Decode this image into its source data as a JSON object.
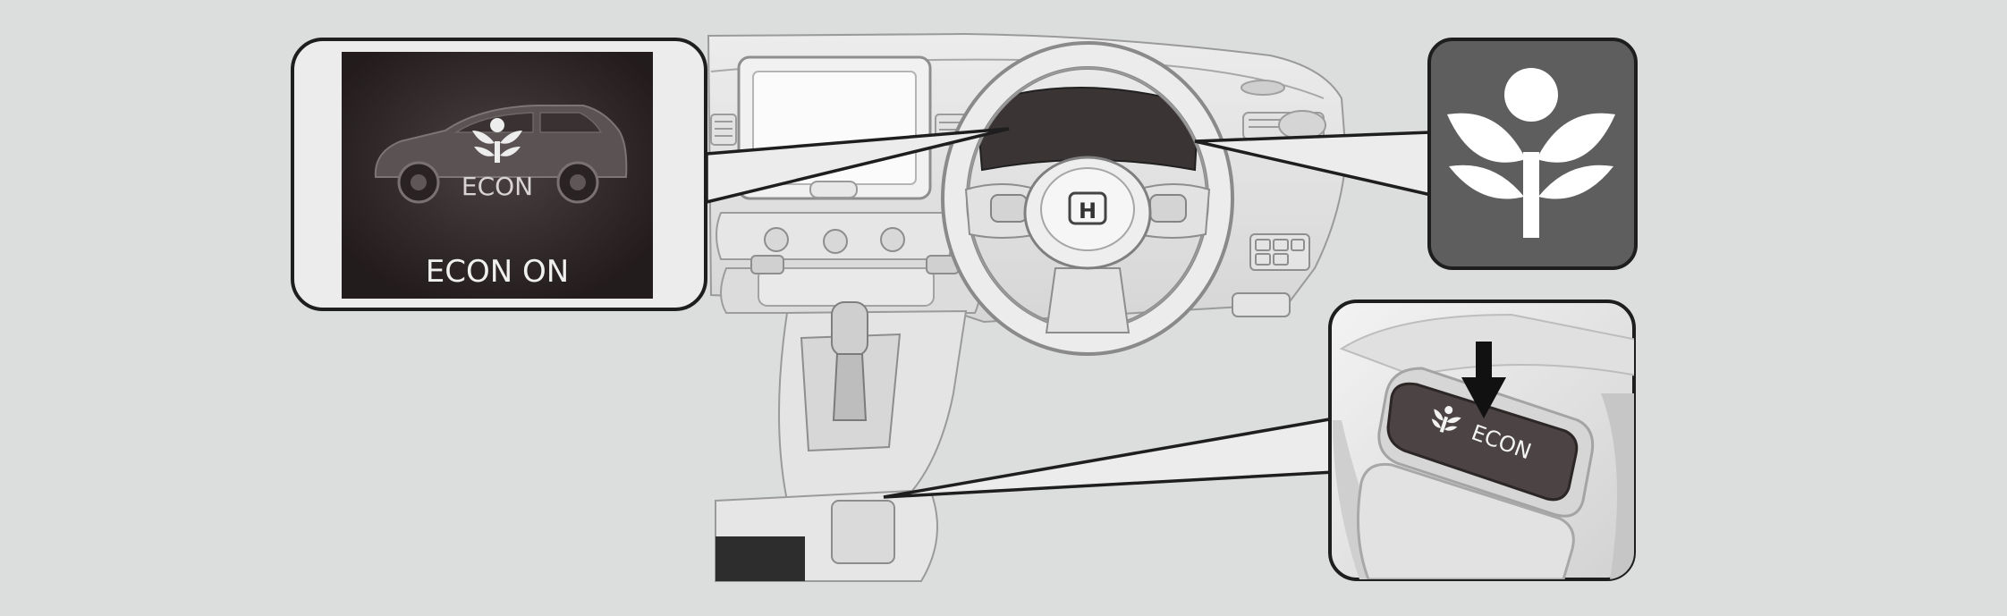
{
  "display_callout": {
    "car_label": "ECON",
    "status_text": "ECON ON"
  },
  "indicator_callout": {
    "icon": "econ-leaf-person-icon"
  },
  "button_callout": {
    "button_label": "ECON",
    "button_icon": "econ-leaf-person-icon",
    "press_arrow": "down-arrow-icon"
  },
  "dashboard": {
    "steering_badge": "H"
  },
  "colors": {
    "background": "#dcdedd",
    "outline": "#1e1e1e",
    "display_bg": "#2b2222",
    "indicator_bg": "#5e5e5e",
    "button_face": "#4c4444"
  }
}
